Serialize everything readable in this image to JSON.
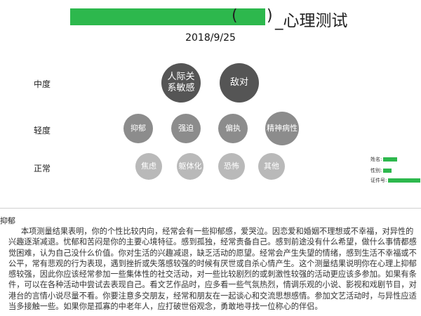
{
  "header": {
    "title_suffix": "_心理测试",
    "paren_open": "(",
    "paren_close": ")",
    "date": "2018/9/25"
  },
  "levels": {
    "moderate": "中度",
    "mild": "轻度",
    "normal": "正常"
  },
  "bubbles": {
    "moderate": [
      "人际关系敏感",
      "敌对"
    ],
    "mild": [
      "抑郁",
      "强迫",
      "偏执",
      "精神病性"
    ],
    "normal": [
      "焦虑",
      "躯体化",
      "恐怖",
      "其他"
    ]
  },
  "info": {
    "name_label": "姓名:",
    "gender_label": "性别:",
    "id_label": "证件号:"
  },
  "colors": {
    "severe_bubble": "#555555",
    "mild_bubble": "#8c8c8c",
    "normal_bubble": "#b9b9b9",
    "redaction": "#2db84d"
  },
  "result": {
    "heading": "抑郁",
    "paragraph": "本项测量结果表明，你的个性比较内向，经常会有一些抑郁感，爱哭泣。因恋爱和婚姻不理想或不幸福，对异性的兴趣逐渐减退。忧郁和苦闷是你的主要心境特征。感到孤独，经常责备自己。感到前途没有什么希望，做什么事情都感觉困难，认为自己没什么价值。你对生活的兴趣减退，缺乏活动的愿望。经常会产生失望的情绪，感到生活不幸福或不公平，常有悲观的行为表现，遇到挫折或失落感较强的时候有厌世或自杀心情产生。这个测量结果说明你在心理上抑郁感较强，因此你应该经常参加一些集体性的社交活动，对一些比较剧烈的或刺激性较强的活动更应该多参加。如果有条件，可以在各种活动中尝试去表现自己。看文艺作品时，应多看一些气氛热烈，情调乐观的小说、影视和戏剧节目，对港台的言情小说尽量不看。你要注意多交朋友，经常和朋友在一起谈心和交流思想感情。参加文艺活动时，与异性应适当多接触一些。如果你是孤寡的中老年人，应打破世俗观念，勇敢地寻找一位称心的伴侣。"
  }
}
